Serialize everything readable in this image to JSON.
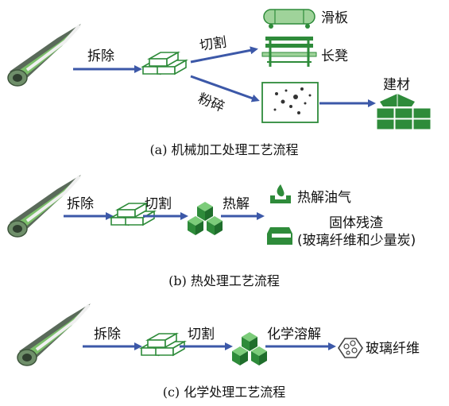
{
  "panels": [
    {
      "id": "a",
      "caption": "(a) 机械加工处理工艺流程",
      "steps": {
        "dismantle": "拆除",
        "cut": "切割",
        "crush": "粉碎"
      },
      "products": {
        "skateboard": "滑板",
        "bench": "长凳",
        "building_material": "建材"
      }
    },
    {
      "id": "b",
      "caption": "(b) 热处理工艺流程",
      "steps": {
        "dismantle": "拆除",
        "cut": "切割",
        "pyrolysis": "热解"
      },
      "products": {
        "oil_gas": "热解油气",
        "solid_residue_line1": "固体残渣",
        "solid_residue_line2": "(玻璃纤维和少量炭)"
      }
    },
    {
      "id": "c",
      "caption": "(c) 化学处理工艺流程",
      "steps": {
        "dismantle": "拆除",
        "cut": "切割",
        "dissolve": "化学溶解"
      },
      "products": {
        "glass_fiber": "玻璃纤维"
      }
    }
  ],
  "colors": {
    "arrow": "#3c58a8",
    "icon_green": "#2e8b3a",
    "icon_light_green": "#9fd39a",
    "blade_gray": "#8a9096"
  }
}
